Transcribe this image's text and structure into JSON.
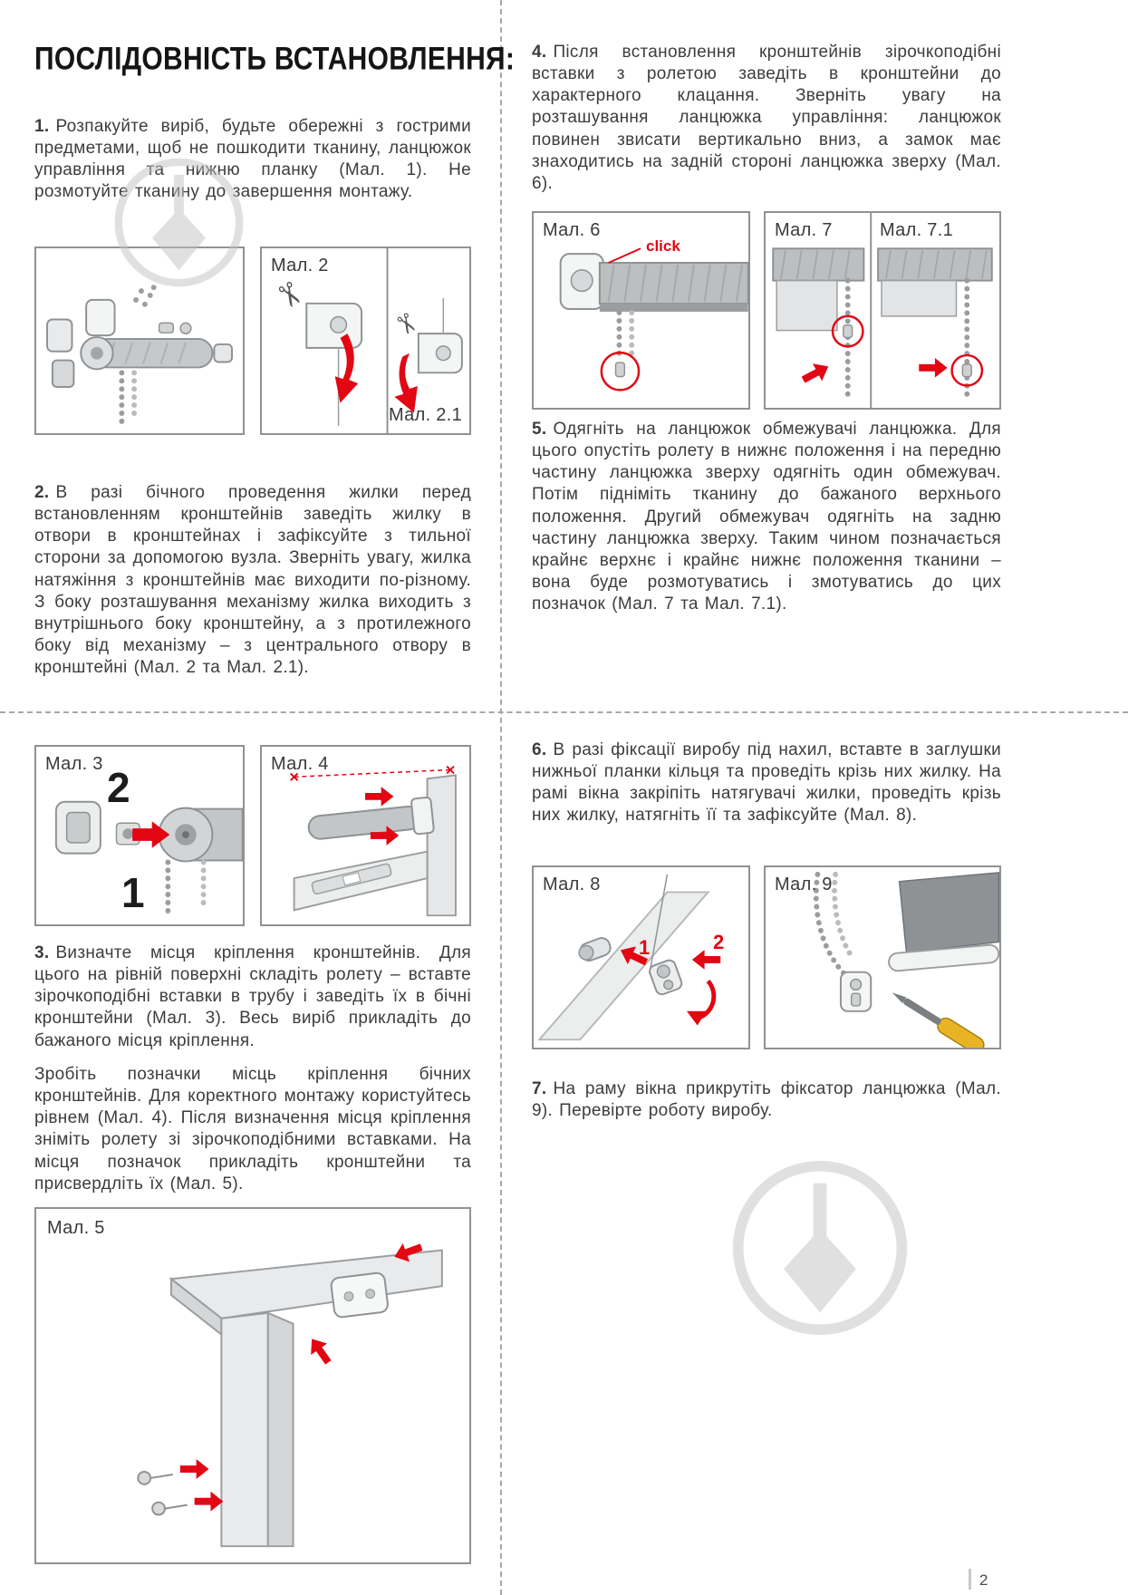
{
  "title": "ПОСЛІДОВНІСТЬ ВСТАНОВЛЕННЯ:",
  "page_number": "2",
  "paragraphs": {
    "p1": {
      "num": "1.",
      "text": "Розпакуйте виріб, будьте обережні з гострими предметами, щоб не пошкодити тканину, ланцюжок управління та нижню планку (Мал. 1). Не розмотуйте тканину до завершення монтажу."
    },
    "p2": {
      "num": "2.",
      "text": "В разі бічного проведення жилки перед встановленням кронштейнів заведіть жилку в отвори в кронштейнах і зафіксуйте з тильної сторони за допомогою вузла. Зверніть увагу, жилка натяжіння з кронштейнів має виходити по-різному. З боку розташування механізму жилка виходить з внутрішнього боку кронштейну, а з протилежного боку від механізму – з центрального отвору в кронштейні (Мал. 2 та Мал. 2.1)."
    },
    "p3a": {
      "num": "3.",
      "text": "Визначте місця кріплення кронштейнів. Для цього на рівній поверхні складіть ролету – вставте зірочкоподібні вставки в трубу і заведіть їх в бічні кронштейни (Мал. 3). Весь виріб прикладіть до бажаного місця кріплення."
    },
    "p3b": "Зробіть позначки місць кріплення бічних кронштейнів. Для коректного монтажу користуйтесь рівнем (Мал. 4). Після визначення місця кріплення зніміть ролету зі зірочкоподібними вставками. На місця позначок прикладіть кронштейни та присвердліть їх (Мал. 5).",
    "p4": {
      "num": "4.",
      "text": "Після встановлення кронштейнів зірочкоподібні вставки з ролетою заведіть в кронштейни до характерного клацання. Зверніть увагу на розташування ланцюжка управління: ланцюжок повинен звисати вертикально вниз, а замок має знаходитись на задній стороні ланцюжка зверху (Мал. 6)."
    },
    "p5": {
      "num": "5.",
      "text": "Одягніть на ланцюжок обмежувачі ланцюжка. Для цього опустіть ролету в нижнє положення і на передню частину ланцюжка зверху одягніть один обмежувач. Потім підніміть тканину до бажаного верхнього положення. Другий обмежувач одягніть на задню частину ланцюжка зверху. Таким чином позначається крайнє верхнє і крайнє нижнє положення тканини – вона буде розмотуватись і змотуватись до цих позначок (Мал. 7 та Мал. 7.1)."
    },
    "p6": {
      "num": "6.",
      "text": "В разі фіксації виробу під нахил, вставте в заглушки нижньої планки кільця та проведіть крізь них жилку. На рамі вікна закріпіть натягувачі жилки, проведіть крізь них жилку, натягніть її та зафіксуйте (Мал. 8)."
    },
    "p7": {
      "num": "7.",
      "text": "На раму вікна прикрутіть фіксатор ланцюжка (Мал. 9). Перевірте роботу виробу."
    }
  },
  "fig_labels": {
    "f2": "Мал. 2",
    "f2_1": "Мал. 2.1",
    "f3": "Мал. 3",
    "f4": "Мал. 4",
    "f5": "Мал. 5",
    "f6": "Мал. 6",
    "f7": "Мал. 7",
    "f7_1": "Мал. 7.1",
    "f8": "Мал. 8",
    "f9": "Мал. 9"
  },
  "annotations": {
    "click": "click",
    "fig3_step_top": "2",
    "fig3_step_bottom": "1",
    "fig8_step_1": "1",
    "fig8_step_2": "2"
  },
  "icons": {
    "scissors": "✂"
  },
  "colors": {
    "accent_red": "#e30613",
    "body_text": "#3d3d3c",
    "figure_line": "#8f9295",
    "watermark": "#c2c2c2"
  }
}
